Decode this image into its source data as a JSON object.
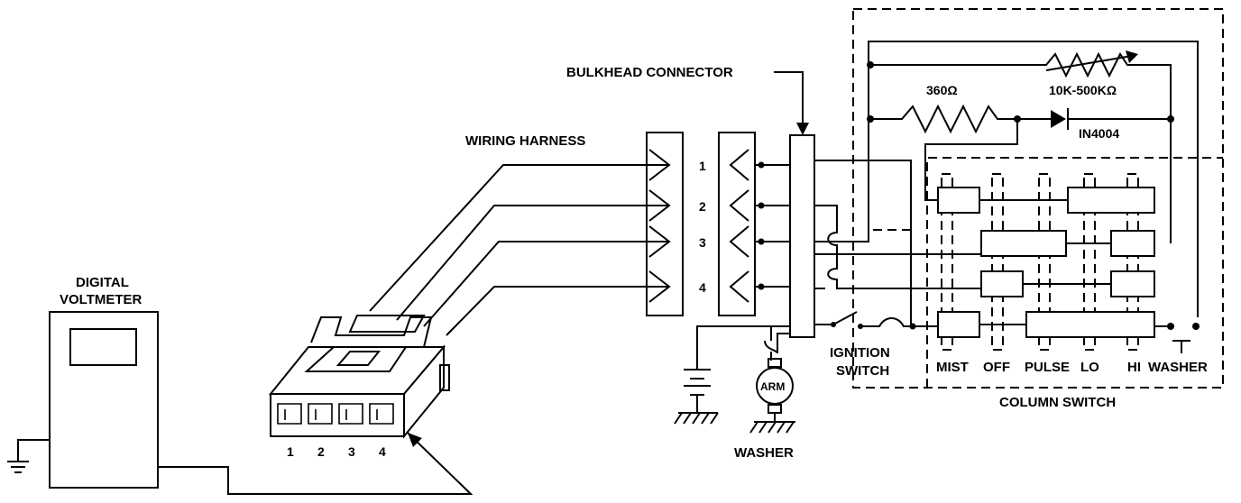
{
  "labels": {
    "bulkhead": "BULKHEAD CONNECTOR",
    "harness": "WIRING HARNESS",
    "voltmeter_line1": "DIGITAL",
    "voltmeter_line2": "VOLTMETER",
    "ignition_line1": "IGNITION",
    "ignition_line2": "SWITCH",
    "washer_motor": "WASHER",
    "arm": "ARM",
    "column_switch": "COLUMN SWITCH",
    "resistor_fixed": "360Ω",
    "resistor_var": "10K-500KΩ",
    "diode": "IN4004"
  },
  "pin_numbers": [
    "1",
    "2",
    "3",
    "4"
  ],
  "connector_pins": [
    "1",
    "2",
    "3",
    "4"
  ],
  "switch_positions": [
    "MIST",
    "OFF",
    "PULSE",
    "LO",
    "HI",
    "WASHER"
  ]
}
